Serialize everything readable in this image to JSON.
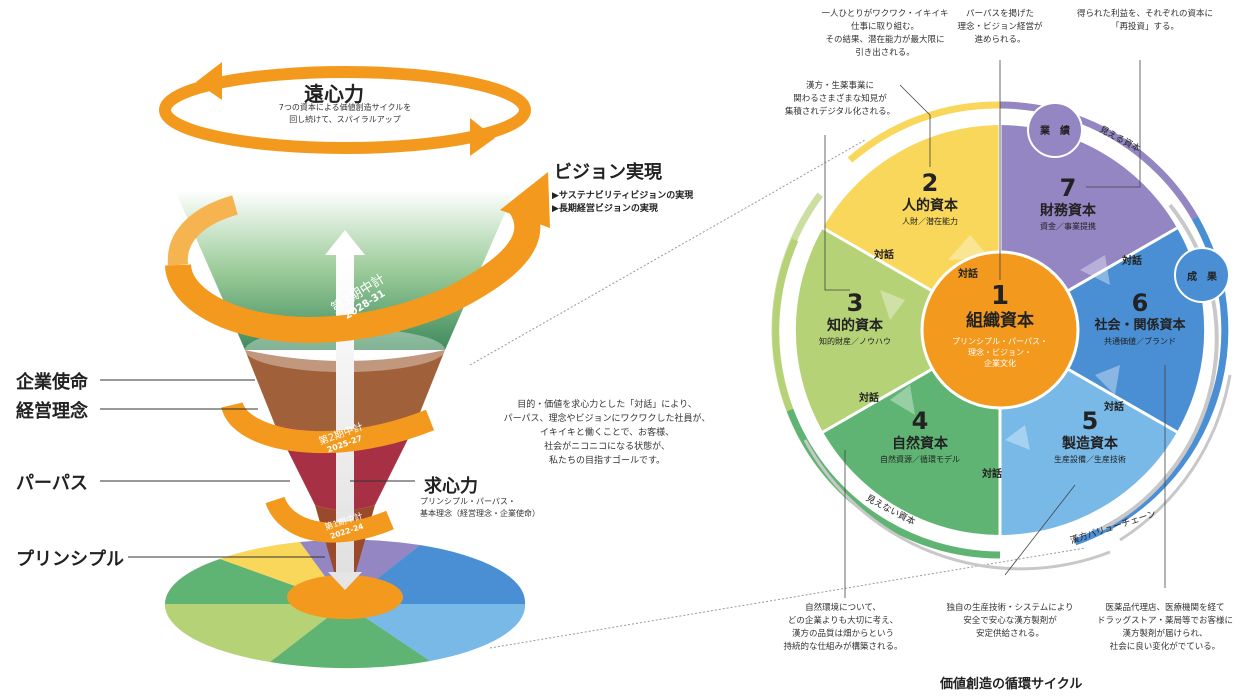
{
  "colors": {
    "orange": "#f39a1e",
    "yellow": "#f8d75a",
    "green_light": "#b6d277",
    "green": "#5fb474",
    "blue": "#4a8fd4",
    "blue_light": "#78b9e8",
    "purple": "#9386c3",
    "brown": "#a0603a",
    "crimson": "#a83045"
  },
  "left": {
    "enshin_title": "遠心力",
    "enshin_desc": "7つの資本による価値創造サイクルを\n回し続けて、スパイラルアップ",
    "vision_title": "ビジョン実現",
    "vision_items": [
      "▶サステナビリティビジョンの実現",
      "▶長期経営ビジョンの実現"
    ],
    "phase3_label": "第3期中計",
    "phase3_years": "2028-31",
    "phase2_label": "第2期中計",
    "phase2_years": "2025-27",
    "phase1_label": "第1期中計",
    "phase1_years": "2022-24",
    "labels": [
      "企業使命",
      "経営理念",
      "パーパス",
      "プリンシプル"
    ],
    "kyushin_title": "求心力",
    "kyushin_desc": "プリンシプル・パーパス・\n基本理念（経営理念・企業使命）",
    "goal_text": "目的・価値を求心力とした「対話」により、\nパーパス、理念やビジョンにワクワクした社員が、\nイキイキと働くことで、お客様、\n社会がニコニコになる状態が、\n私たちの目指すゴールです。"
  },
  "cycle": {
    "center": {
      "num": "1",
      "title": "組織資本",
      "sub": "プリンシプル・パーパス・\n理念・ビジョン・\n企業文化"
    },
    "capitals": [
      {
        "num": "2",
        "title": "人的資本",
        "sub": "人財／潜在能力"
      },
      {
        "num": "3",
        "title": "知的資本",
        "sub": "知的財産／ノウハウ"
      },
      {
        "num": "4",
        "title": "自然資本",
        "sub": "自然資源／循環モデル"
      },
      {
        "num": "5",
        "title": "製造資本",
        "sub": "生産設備／生産技術"
      },
      {
        "num": "6",
        "title": "社会・関係資本",
        "sub": "共通価値／ブランド"
      },
      {
        "num": "7",
        "title": "財務資本",
        "sub": "資金／事業提携"
      }
    ],
    "dialogue": "対話",
    "badge_results": "業　績",
    "badge_outcome": "成　果",
    "visible_capital": "見える資本",
    "invisible_capital": "見えない資本",
    "value_chain": "漢方バリューチェーン",
    "caption": "価値創造の循環サイクル"
  },
  "notes": {
    "n_human": "一人ひとりがワクワク・イキイキ\n仕事に取り組む。\nその結果、潜在能力が最大限に\n引き出される。",
    "n_org": "パーパスを掲げた\n理念・ビジョン経営が\n進められる。",
    "n_finance": "得られた利益を、それぞれの資本に\n「再投資」する。",
    "n_intel": "漢方・生薬事業に\n関わるさまざまな知見が\n集積されデジタル化される。",
    "n_nature": "自然環境について、\nどの企業よりも大切に考え、\n漢方の品質は畑からという\n持続的な仕組みが構築される。",
    "n_manuf": "独自の生産技術・システムにより\n安全で安心な漢方製剤が\n安定供給される。",
    "n_social": "医薬品代理店、医療機関を経て\nドラッグストア・薬局等でお客様に\n漢方製剤が届けられ、\n社会に良い変化がでている。"
  }
}
